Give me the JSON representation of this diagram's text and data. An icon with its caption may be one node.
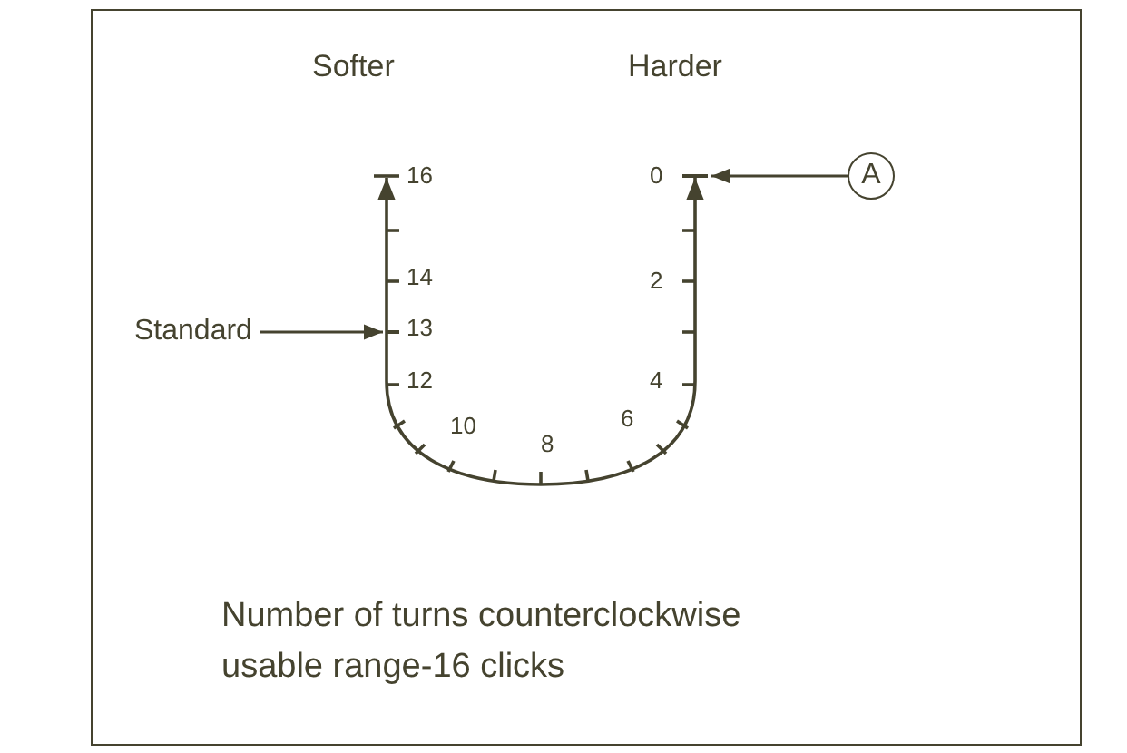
{
  "diagram": {
    "nodes": [
      {
        "text": [
          "Standard"
        ]
      },
      {
        "text": [
          "A"
        ]
      },
      {
        "text": [],
        "shape": "bar"
      },
      {
        "text": [],
        "shape": "bar"
      }
    ],
    "edges": [
      {
        "from": 0,
        "to": 3,
        "arrow": "to"
      },
      {
        "from": 1,
        "to": 2,
        "arrow": "to"
      }
    ],
    "labels": [
      "Softer",
      "Harder",
      "16",
      "0",
      "14",
      "2",
      "13",
      "12",
      "4",
      "10",
      "6",
      "8",
      "Number of turns counterclockwise",
      "usable range-16 clicks"
    ]
  }
}
